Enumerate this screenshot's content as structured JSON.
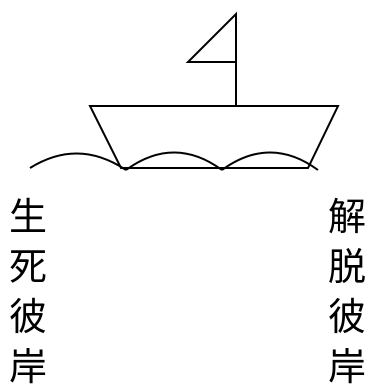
{
  "diagram": {
    "left_label": [
      "生",
      "死",
      "彼",
      "岸"
    ],
    "right_label": [
      "解",
      "脱",
      "彼",
      "岸"
    ],
    "stroke_color": "#000000",
    "background_color": "#ffffff"
  }
}
